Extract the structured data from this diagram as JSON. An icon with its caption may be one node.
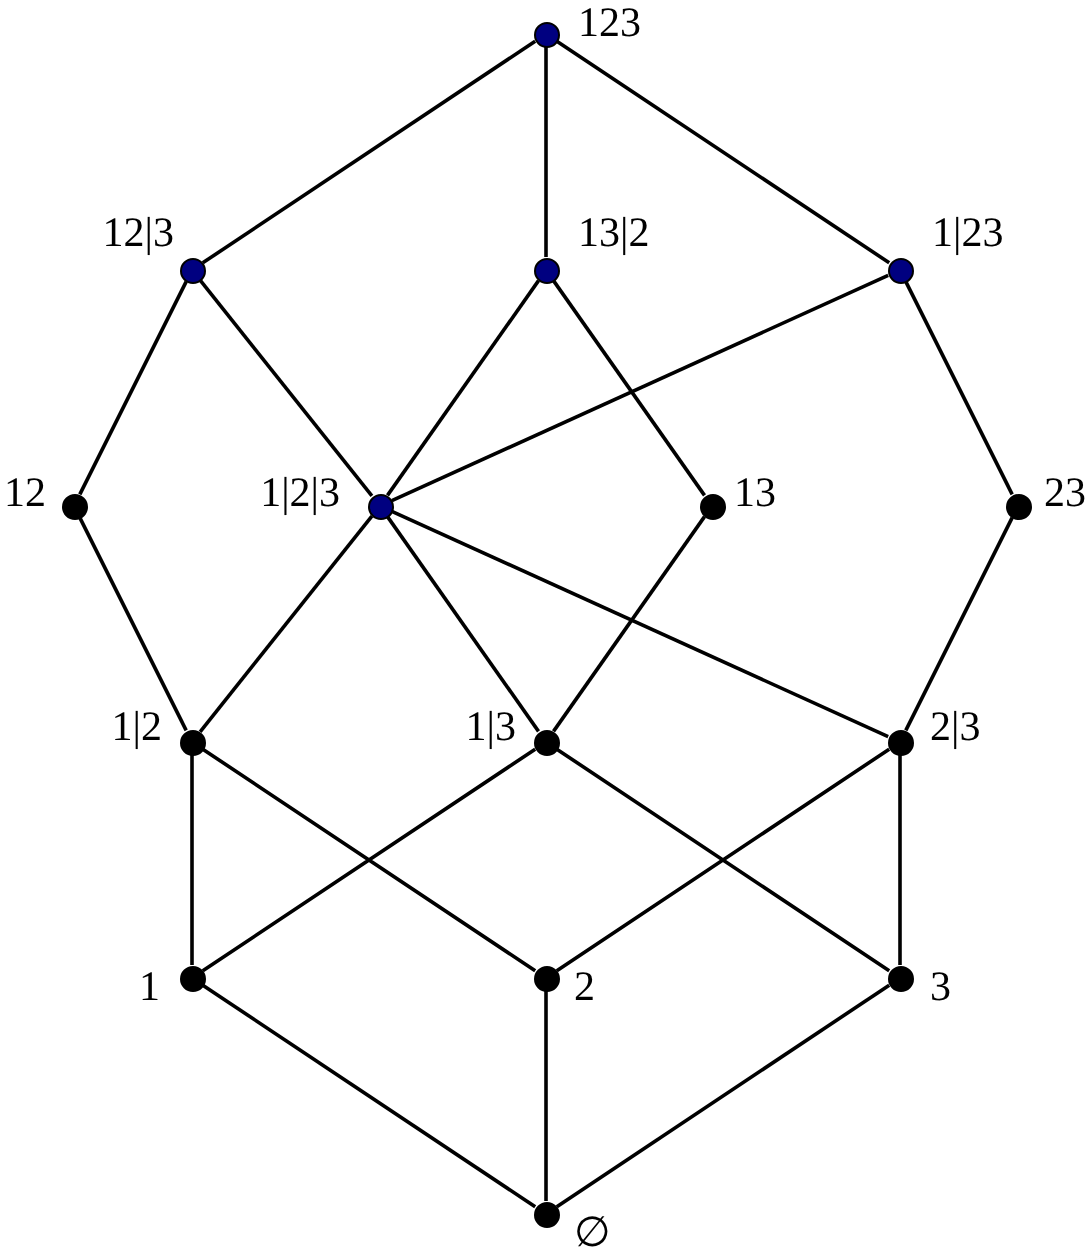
{
  "diagram": {
    "nodes": [
      {
        "text": [],
        "shape": "circle",
        "beside": [
          "123"
        ]
      },
      {
        "text": [],
        "shape": "circle",
        "beside": [
          "12|3"
        ]
      },
      {
        "text": [],
        "shape": "circle",
        "beside": [
          "13|2"
        ]
      },
      {
        "text": [],
        "shape": "circle",
        "beside": [
          "1|23"
        ]
      },
      {
        "text": [],
        "shape": "circle",
        "beside": [
          "12"
        ]
      },
      {
        "text": [],
        "shape": "circle",
        "beside": [
          "1|2|3"
        ]
      },
      {
        "text": [],
        "shape": "circle",
        "beside": [
          "13"
        ]
      },
      {
        "text": [],
        "shape": "circle",
        "beside": [
          "23"
        ]
      },
      {
        "text": [],
        "shape": "circle",
        "beside": [
          "1|2"
        ]
      },
      {
        "text": [],
        "shape": "circle",
        "beside": [
          "1|3"
        ]
      },
      {
        "text": [],
        "shape": "circle",
        "beside": [
          "2|3"
        ]
      },
      {
        "text": [],
        "shape": "circle",
        "beside": [
          "1"
        ]
      },
      {
        "text": [],
        "shape": "circle",
        "beside": [
          "2"
        ]
      },
      {
        "text": [],
        "shape": "circle",
        "beside": [
          "3"
        ]
      },
      {
        "text": [],
        "shape": "circle",
        "beside": [
          "∅"
        ]
      }
    ],
    "edges": [
      {
        "from": 0,
        "to": 1,
        "arrow": "none"
      },
      {
        "from": 0,
        "to": 2,
        "arrow": "none"
      },
      {
        "from": 0,
        "to": 3,
        "arrow": "none"
      },
      {
        "from": 1,
        "to": 4,
        "arrow": "none"
      },
      {
        "from": 1,
        "to": 5,
        "arrow": "none"
      },
      {
        "from": 2,
        "to": 5,
        "arrow": "none"
      },
      {
        "from": 2,
        "to": 6,
        "arrow": "none"
      },
      {
        "from": 3,
        "to": 5,
        "arrow": "none"
      },
      {
        "from": 3,
        "to": 7,
        "arrow": "none"
      },
      {
        "from": 4,
        "to": 8,
        "arrow": "none"
      },
      {
        "from": 5,
        "to": 8,
        "arrow": "none"
      },
      {
        "from": 5,
        "to": 9,
        "arrow": "none"
      },
      {
        "from": 5,
        "to": 10,
        "arrow": "none"
      },
      {
        "from": 6,
        "to": 9,
        "arrow": "none"
      },
      {
        "from": 7,
        "to": 10,
        "arrow": "none"
      },
      {
        "from": 8,
        "to": 11,
        "arrow": "none"
      },
      {
        "from": 8,
        "to": 12,
        "arrow": "none"
      },
      {
        "from": 9,
        "to": 11,
        "arrow": "none"
      },
      {
        "from": 9,
        "to": 13,
        "arrow": "none"
      },
      {
        "from": 10,
        "to": 12,
        "arrow": "none"
      },
      {
        "from": 10,
        "to": 13,
        "arrow": "none"
      },
      {
        "from": 11,
        "to": 14,
        "arrow": "none"
      },
      {
        "from": 12,
        "to": 14,
        "arrow": "none"
      },
      {
        "from": 13,
        "to": 14,
        "arrow": "none"
      }
    ]
  }
}
